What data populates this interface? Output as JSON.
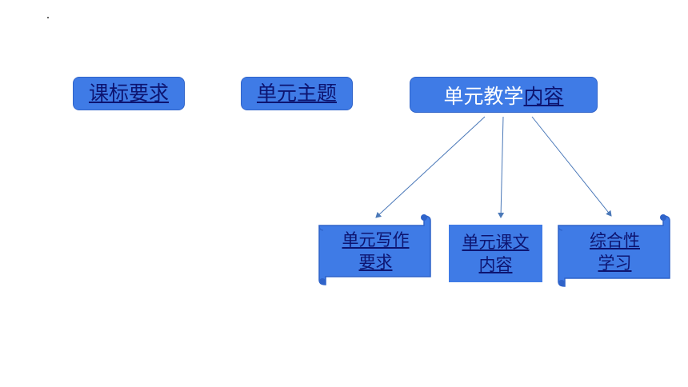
{
  "nodes": {
    "curriculum": "课标要求",
    "unit_theme": "单元主题",
    "teaching_prefix": "单元教学",
    "teaching_link": "内容",
    "writing_line1": "单元写作",
    "writing_line2": "要求",
    "text_line1": "单元课文",
    "text_line2": "内容",
    "comprehensive_line1": "综合性",
    "comprehensive_line2": "学习"
  },
  "colors": {
    "node_fill": "#3f7be6",
    "link_text": "#0d1470",
    "arrow": "#4a78b8"
  }
}
